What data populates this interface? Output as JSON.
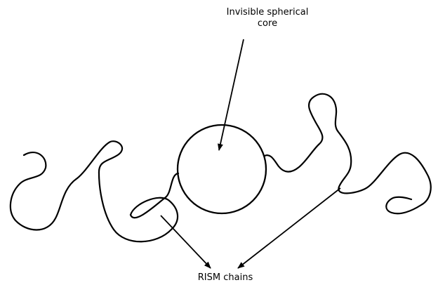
{
  "labels": {
    "core_line_1": "Invisible spherical",
    "core_line_2": "core",
    "chains": "RISM chains"
  },
  "colors": {
    "ink": "#000000",
    "background": "#ffffff"
  }
}
